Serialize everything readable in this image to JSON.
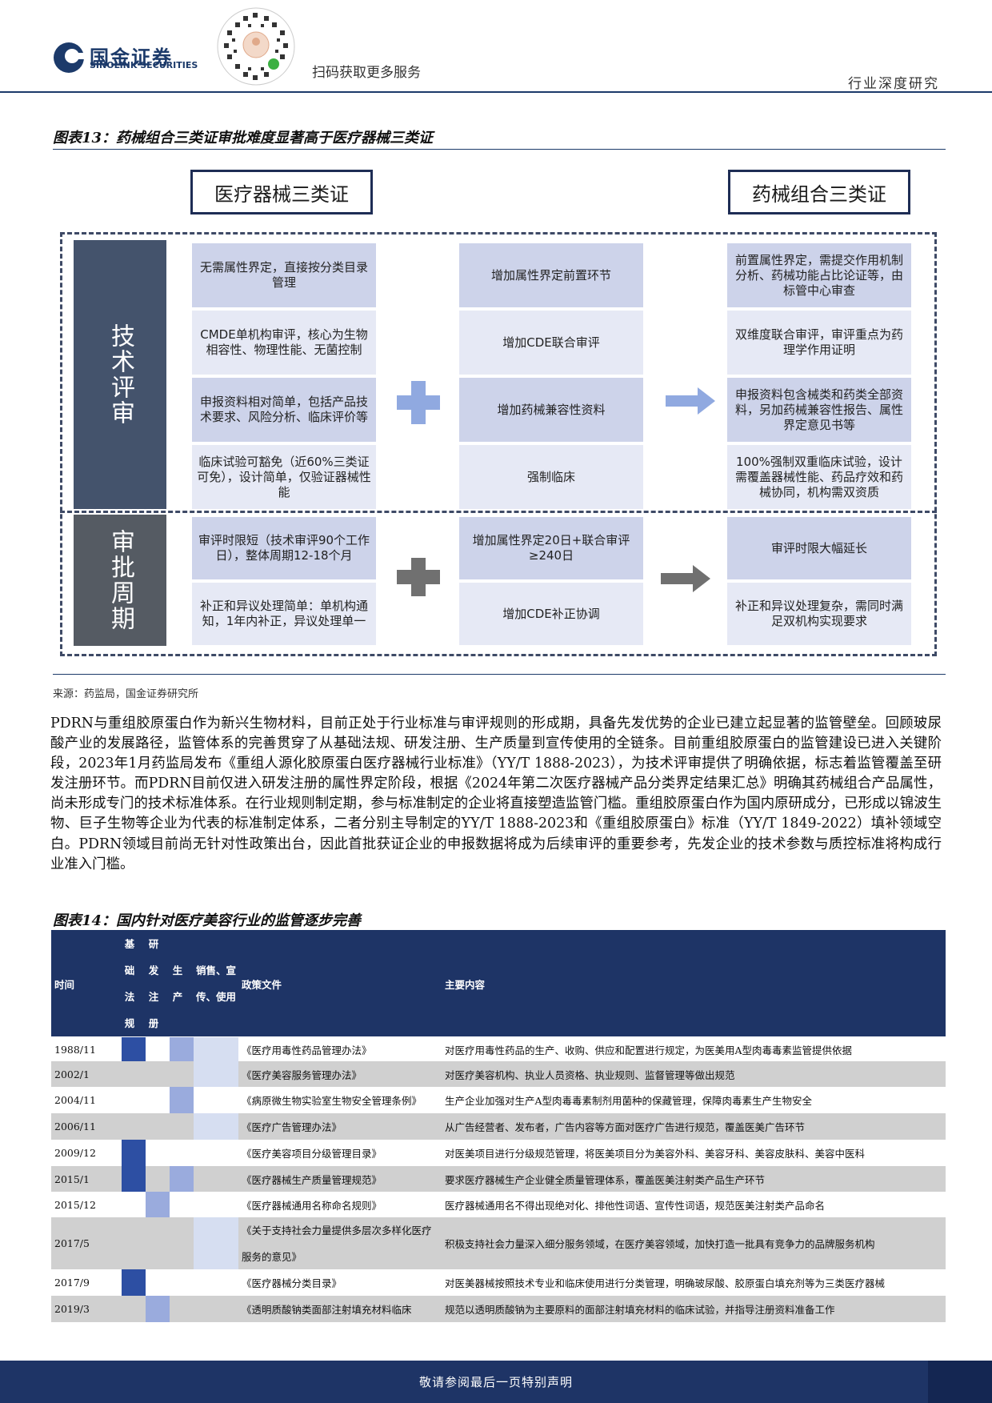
{
  "header": {
    "logo_cn": "国金证券",
    "logo_en": "SINOLINK SECURITIES",
    "qr_text": "扫码获取更多服务",
    "report_type": "行业深度研究",
    "icons": [
      "sinolink-logo-icon",
      "qr-code-icon"
    ]
  },
  "figure13": {
    "title": "图表13：药械组合三类证审批难度显著高于医疗器械三类证",
    "left_header": "医疗器械三类证",
    "right_header": "药械组合三类证",
    "tech_label": "技术评审",
    "period_label": "审批周期",
    "tech_rows": [
      {
        "left": "无需属性界定，直接按分类目录管理",
        "mid": "增加属性界定前置环节",
        "right": "前置属性界定，需提交作用机制分析、药械功能占比论证等，由标管中心审查"
      },
      {
        "left": "CMDE单机构审评，核心为生物相容性、物理性能、无菌控制",
        "mid": "增加CDE联合审评",
        "right": "双维度联合审评，审评重点为药理学作用证明"
      },
      {
        "left": "申报资料相对简单，包括产品技术要求、风险分析、临床评价等",
        "mid": "增加药械兼容性资料",
        "right": "申报资料包含械类和药类全部资料，另加药械兼容性报告、属性界定意见书等"
      },
      {
        "left": "临床试验可豁免（近60%三类证可免），设计简单，仅验证器械性能",
        "mid": "强制临床",
        "right": "100%强制双重临床试验，设计需覆盖器械性能、药品疗效和药械协同，机构需双资质"
      }
    ],
    "period_rows": [
      {
        "left": "审评时限短（技术审评90个工作日），整体周期12-18个月",
        "mid": "增加属性界定20日+联合审评≥240日",
        "right": "审评时限大幅延长"
      },
      {
        "left": "补正和异议处理简单：单机构通知，1年内补正，异议处理单一",
        "mid": "增加CDE补正协调",
        "right": "补正和异议处理复杂，需同时满足双机构实现要求"
      }
    ],
    "colors": {
      "plus_blue": "#90a9e0",
      "plus_gray": "#707070",
      "arrow_blue": "#90a9e0",
      "arrow_gray": "#707070"
    },
    "source": "来源：药监局，国金证券研究所"
  },
  "paragraph": "PDRN与重组胶原蛋白作为新兴生物材料，目前正处于行业标准与审评规则的形成期，具备先发优势的企业已建立起显著的监管壁垒。回顾玻尿酸产业的发展路径，监管体系的完善贯穿了从基础法规、研发注册、生产质量到宣传使用的全链条。目前重组胶原蛋白的监管建设已进入关键阶段，2023年1月药监局发布《重组人源化胶原蛋白医疗器械行业标准》（YY/T 1888-2023），为技术评审提供了明确依据，标志着监管覆盖至研发注册环节。而PDRN目前仅进入研发注册的属性界定阶段，根据《2024年第二次医疗器械产品分类界定结果汇总》明确其药械组合产品属性，尚未形成专门的技术标准体系。在行业规则制定期，参与标准制定的企业将直接塑造监管门槛。重组胶原蛋白作为国内原研成分，已形成以锦波生物、巨子生物等企业为代表的标准制定体系，二者分别主导制定的YY/T 1888-2023和《重组胶原蛋白》标准（YY/T 1849-2022）填补领域空白。PDRN领域目前尚无针对性政策出台，因此首批获证企业的申报数据将成为后续审评的重要参考，先发企业的技术参数与质控标准将构成行业准入门槛。",
  "figure14": {
    "title": "图表14：国内针对医疗美容行业的监管逐步完善",
    "headers": {
      "time": "时间",
      "c1": [
        "基",
        "础",
        "法",
        "规"
      ],
      "c2": [
        "研",
        "发",
        "注",
        "册"
      ],
      "c3": [
        "生",
        "产"
      ],
      "c4": [
        "销售、宣",
        "传、使用"
      ],
      "policy": "政策文件",
      "content": "主要内容"
    },
    "rows": [
      {
        "time": "1988/11",
        "marks": [
          true,
          false,
          true,
          true
        ],
        "policy": "《医疗用毒性药品管理办法》",
        "content": "对医疗用毒性药品的生产、收购、供应和配置进行规定，为医美用A型肉毒毒素监管提供依据"
      },
      {
        "time": "2002/1",
        "marks": [
          false,
          false,
          false,
          true
        ],
        "policy": "《医疗美容服务管理办法》",
        "content": "对医疗美容机构、执业人员资格、执业规则、监督管理等做出规范"
      },
      {
        "time": "2004/11",
        "marks": [
          false,
          false,
          true,
          false
        ],
        "policy": "《病原微生物实验室生物安全管理条例》",
        "content": "生产企业加强对生产A型肉毒毒素制剂用菌种的保藏管理，保障肉毒素生产生物安全"
      },
      {
        "time": "2006/11",
        "marks": [
          false,
          false,
          false,
          true
        ],
        "policy": "《医疗广告管理办法》",
        "content": "从广告经营者、发布者，广告内容等方面对医疗广告进行规范，覆盖医美广告环节"
      },
      {
        "time": "2009/12",
        "marks": [
          true,
          false,
          false,
          false
        ],
        "policy": "《医疗美容项目分级管理目录》",
        "content": "对医美项目进行分级规范管理，将医美项目分为美容外科、美容牙科、美容皮肤科、美容中医科"
      },
      {
        "time": "2015/1",
        "marks": [
          true,
          false,
          true,
          false
        ],
        "policy": "《医疗器械生产质量管理规范》",
        "content": "要求医疗器械生产企业健全质量管理体系，覆盖医美注射类产品生产环节"
      },
      {
        "time": "2015/12",
        "marks": [
          false,
          true,
          false,
          false
        ],
        "policy": "《医疗器械通用名称命名规则》",
        "content": "医疗器械通用名不得出现绝对化、排他性词语、宣传性词语，规范医美注射类产品命名"
      },
      {
        "time": "2017/5",
        "marks": [
          false,
          false,
          false,
          true
        ],
        "policy": "《关于支持社会力量提供多层次多样化医疗服务的意见》",
        "content": "积极支持社会力量深入细分服务领域，在医疗美容领域，加快打造一批具有竞争力的品牌服务机构"
      },
      {
        "time": "2017/9",
        "marks": [
          true,
          false,
          false,
          false
        ],
        "policy": "《医疗器械分类目录》",
        "content": "对医美器械按照技术专业和临床使用进行分类管理，明确玻尿酸、胶原蛋白填充剂等为三类医疗器械"
      },
      {
        "time": "2019/3",
        "marks": [
          false,
          true,
          false,
          false
        ],
        "policy": "《透明质酸钠类面部注射填充材料临床",
        "content": "规范以透明质酸钠为主要原料的面部注射填充材料的临床试验，并指导注册资料准备工作"
      }
    ],
    "mark_colors": [
      "#2d4fa3",
      "#9aabdd",
      "#b9c6ea",
      "#d6def1"
    ]
  },
  "footer": {
    "text": "敬请参阅最后一页特别声明"
  }
}
